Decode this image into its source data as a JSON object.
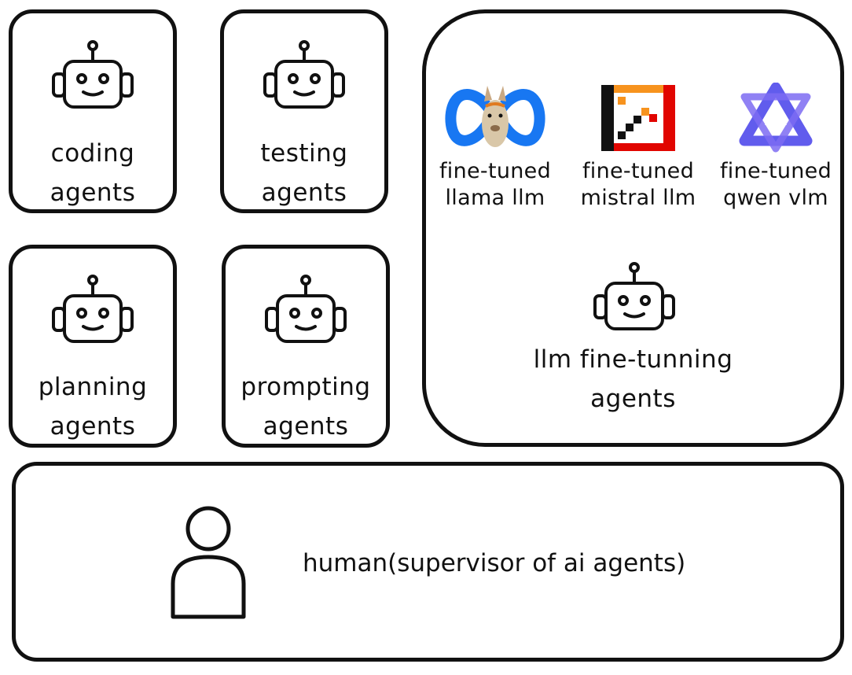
{
  "agents": [
    {
      "line1": "coding",
      "line2": "agents"
    },
    {
      "line1": "testing",
      "line2": "agents"
    },
    {
      "line1": "planning",
      "line2": "agents"
    },
    {
      "line1": "prompting",
      "line2": "agents"
    }
  ],
  "finetune": {
    "models": [
      {
        "line1": "fine-tuned",
        "line2": "llama llm",
        "logo": "meta-llama-icon"
      },
      {
        "line1": "fine-tuned",
        "line2": "mistral llm",
        "logo": "mistral-icon"
      },
      {
        "line1": "fine-tuned",
        "line2": "qwen vlm",
        "logo": "qwen-icon"
      }
    ],
    "agent_line1": "llm fine-tunning",
    "agent_line2": "agents"
  },
  "human": {
    "label": "human(supervisor of ai agents)",
    "icon": "person-icon"
  },
  "colors": {
    "stroke": "#111111",
    "meta_blue": "#1877F2",
    "mistral_orange": "#F7931E",
    "mistral_red": "#E10500",
    "qwen_purple": "#615CED"
  }
}
